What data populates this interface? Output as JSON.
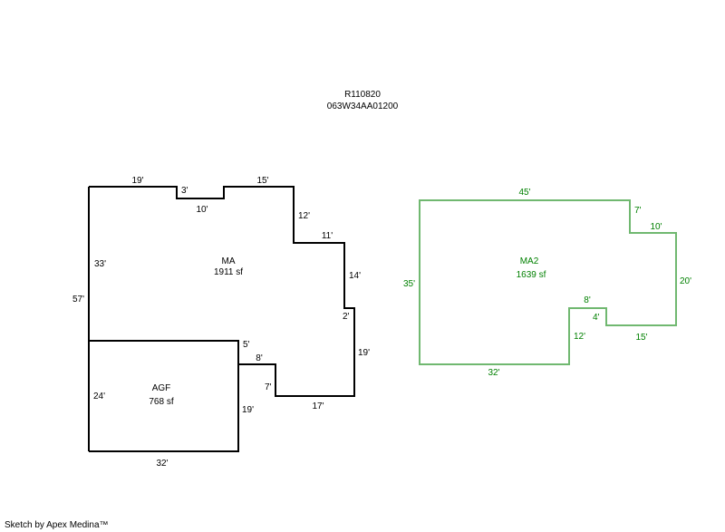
{
  "header": {
    "parcel_id": "R110820",
    "map_taxlot": "063W34AA01200"
  },
  "colors": {
    "main_outline": "#000000",
    "ma2_outline": "#70b870",
    "ma2_text": "#008000"
  },
  "areas": {
    "ma": {
      "name": "MA",
      "area": "1911 sf",
      "dims": {
        "top_left": "19'",
        "notch_side": "3'",
        "notch_bottom": "10'",
        "top_right": "15'",
        "right_step1": "12'",
        "step_top": "11'",
        "right_step2": "14'",
        "small_step": "2'",
        "right_lower": "19'",
        "bottom": "17'",
        "inner_vert": "7'",
        "inner_horiz": "8'",
        "agf_corner": "5'",
        "left_upper": "33'",
        "left_total": "57'"
      }
    },
    "agf": {
      "name": "AGF",
      "area": "768 sf",
      "dims": {
        "left": "24'",
        "right": "19'",
        "bottom": "32'"
      }
    },
    "ma2": {
      "name": "MA2",
      "area": "1639 sf",
      "dims": {
        "top": "45'",
        "right_step": "7'",
        "step_top": "10'",
        "right": "20'",
        "bottom_right": "15'",
        "notch_side": "4'",
        "notch_top": "8'",
        "inner_vert": "12'",
        "bottom": "32'",
        "left": "35'"
      }
    }
  },
  "footer": {
    "credit": "Sketch by Apex Medina™"
  }
}
